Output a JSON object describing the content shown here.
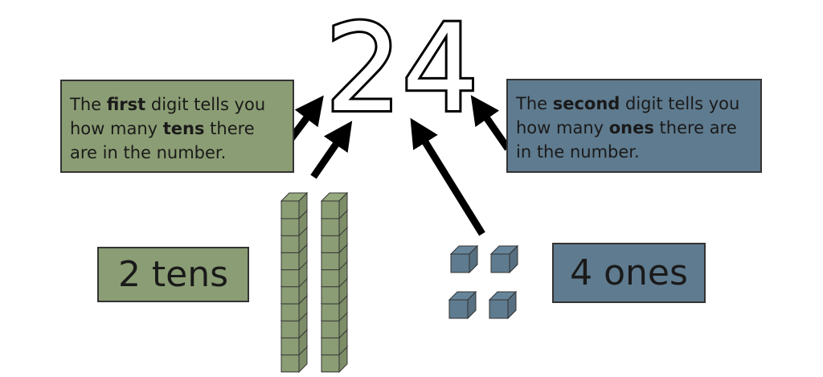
{
  "number": "24",
  "first_box": {
    "pre": "The ",
    "bold1": "first",
    "mid": " digit tells you how many ",
    "bold2": "tens",
    "post": " there are in the number."
  },
  "second_box": {
    "pre": "The ",
    "bold1": "second",
    "mid": " digit tells you how many ",
    "bold2": "ones",
    "post": " there are in the number."
  },
  "tens_label": "2 tens",
  "ones_label": "4 ones",
  "tens_count": 2,
  "ones_count": 4,
  "colors": {
    "tens": "#8b9d74",
    "ones": "#5f7b8f"
  }
}
